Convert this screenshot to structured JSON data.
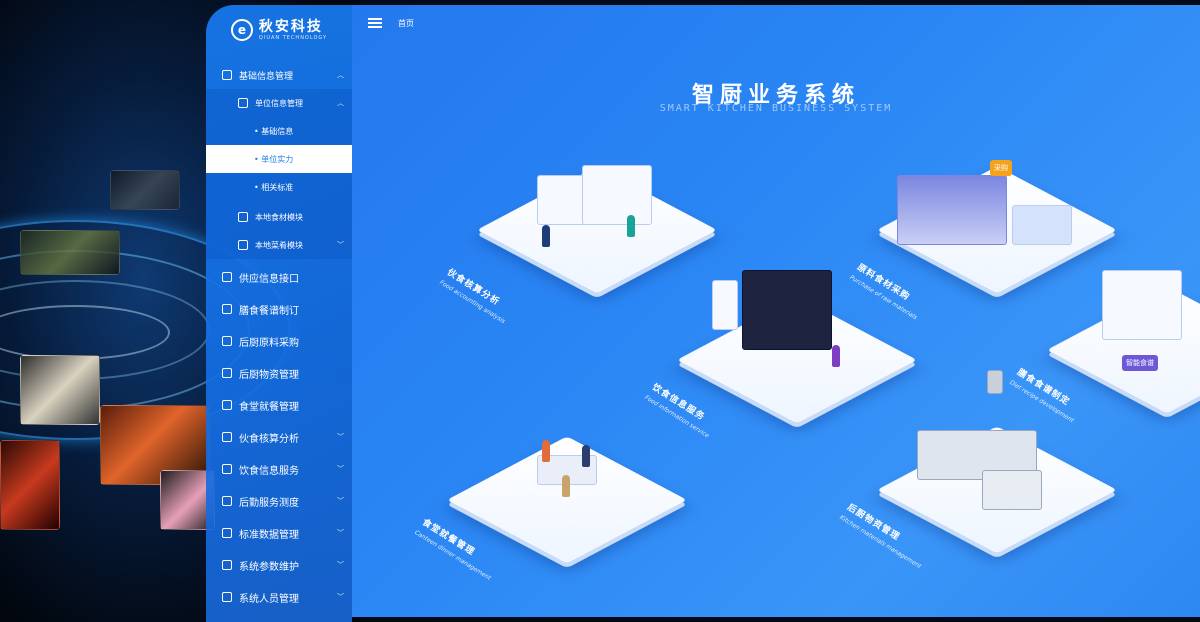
{
  "brand": {
    "name_cn": "秋安科技",
    "name_en": "QIUAN TECHNOLOGY"
  },
  "header": {
    "breadcrumb": "首页"
  },
  "hero": {
    "title": "智厨业务系统",
    "subtitle": "SMART KITCHEN BUSINESS SYSTEM"
  },
  "sidebar": {
    "items": [
      {
        "label": "基础信息管理",
        "icon": "square-check-icon"
      },
      {
        "label": "单位信息管理",
        "icon": "id-card-icon"
      },
      {
        "label": "• 基础信息"
      },
      {
        "label": "• 单位实力"
      },
      {
        "label": "• 相关标准"
      },
      {
        "label": "本地食材模块",
        "icon": "book-icon"
      },
      {
        "label": "本地菜肴模块",
        "icon": "list-icon"
      },
      {
        "label": "供应信息接口",
        "icon": "list-icon"
      },
      {
        "label": "膳食餐谱制订",
        "icon": "crop-icon"
      },
      {
        "label": "后厨原料采购",
        "icon": "edit-icon"
      },
      {
        "label": "后厨物资管理",
        "icon": "gear-icon"
      },
      {
        "label": "食堂就餐管理",
        "icon": "cube-icon"
      },
      {
        "label": "伙食核算分析",
        "icon": "checkbox-icon"
      },
      {
        "label": "饮食信息服务",
        "icon": "cart-icon"
      },
      {
        "label": "后勤服务测度",
        "icon": "edit-icon"
      },
      {
        "label": "标准数据管理",
        "icon": "edit-icon"
      },
      {
        "label": "系统参数维护",
        "icon": "image-icon"
      },
      {
        "label": "系统人员管理",
        "icon": "edit-icon"
      }
    ]
  },
  "modules": [
    {
      "name_cn": "伙食核算分析",
      "name_en": "Food accounting analysis"
    },
    {
      "name_cn": "原料食材采购",
      "name_en": "Purchase of raw materials",
      "badge": "采购"
    },
    {
      "name_cn": "饮食信息服务",
      "name_en": "Food information service"
    },
    {
      "name_cn": "膳食食谱制定",
      "name_en": "Diet recipe development",
      "badge": "智能食谱"
    },
    {
      "name_cn": "食堂就餐管理",
      "name_en": "Canteen dinner management"
    },
    {
      "name_cn": "后厨物资管理",
      "name_en": "Kitchen materials management"
    }
  ],
  "colors": {
    "accent": "#1e7cf0",
    "sidebar": "#1678eb",
    "badge": "#f7a21b"
  }
}
